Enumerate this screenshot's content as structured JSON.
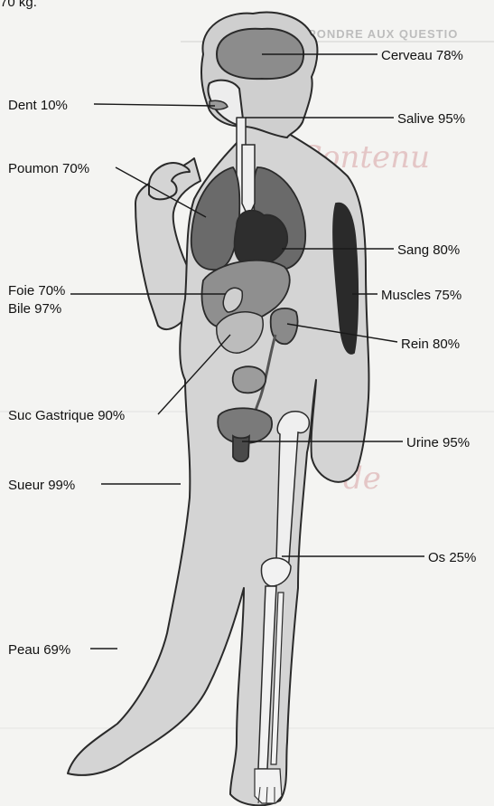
{
  "top_fragment": "70 kg.",
  "background_heading": "ANT DE RÉPONDRE AUX QUESTIO",
  "handwriting": [
    "Contenu",
    "de"
  ],
  "labels": {
    "cerveau": "Cerveau 78%",
    "dent": "Dent 10%",
    "salive": "Salive 95%",
    "poumon": "Poumon 70%",
    "sang": "Sang 80%",
    "foie": "Foie 70%",
    "bile": "Bile 97%",
    "muscles": "Muscles 75%",
    "rein": "Rein 80%",
    "suc": "Suc Gastrique 90%",
    "urine": "Urine 95%",
    "sueur": "Sueur 99%",
    "os": "Os 25%",
    "peau": "Peau 69%"
  },
  "colors": {
    "body": "#d4d4d4",
    "outline": "#2a2a2a",
    "brain": "#8c8c8c",
    "lungs": "#6a6a6a",
    "heart": "#2e2e2e",
    "liver": "#8f8f8f",
    "muscle": "#2a2a2a",
    "bone": "#efefef"
  }
}
